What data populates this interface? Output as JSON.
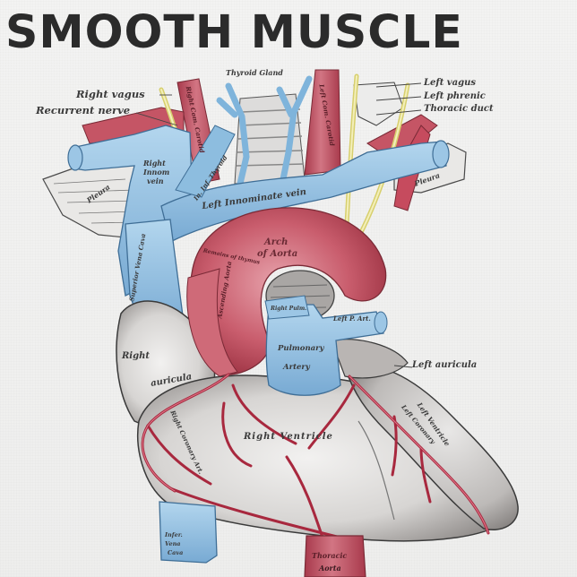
{
  "title": "SMOOTH MUSCLE",
  "illustration": {
    "subject": "Heart and great vessels, anterior view",
    "colors": {
      "artery": "#c75b6a",
      "artery_dark": "#9e3444",
      "vein": "#8fbfe0",
      "vein_dark": "#5f96c2",
      "nerve": "#e8e29a",
      "heart_muscle": "#d8d6d4",
      "heart_shadow": "#8e8a88",
      "outline": "#3a3a3a"
    },
    "labels": {
      "thyroid_gland": "Thyroid Gland",
      "right_vagus": "Right vagus",
      "recurrent_nerve": "Recurrent nerve",
      "left_vagus": "Left vagus",
      "left_phrenic": "Left phrenic",
      "thoracic_duct": "Thoracic duct",
      "right_innom_vein": "Right Innom vein",
      "right_innom_l1": "Right",
      "right_innom_l2": "Innom",
      "right_innom_l3": "vein",
      "pleura_left_side": "Pleura",
      "pleura_right_side": "Pleura",
      "inf_thyroid": "In. Inf. Thyroid",
      "left_innominate_vein": "Left Innominate vein",
      "right_common_carotid": "Right Com. Carotid",
      "left_common_carotid": "Left Com. Carotid",
      "superior_vena_cava": "Superior Vena Cava",
      "arch_of_aorta_l1": "Arch",
      "arch_of_aorta_l2": "of Aorta",
      "ascending_aorta": "Ascending Aorta",
      "remains_of_thymus": "Remains of thymus",
      "right_pulm_art": "Right Pulm.",
      "left_pulm_art": "Left P. Art.",
      "pulmonary_artery_l1": "Pulmonary",
      "pulmonary_artery_l2": "Artery",
      "right_auricula_l1": "Right",
      "right_auricula_l2": "auricula",
      "left_auricula": "Left auricula",
      "right_ventricle": "Right Ventricle",
      "left_ventricle": "Left Ventricle",
      "left_coronary": "Left Coronary",
      "right_coronary_artery": "Right Coronary Art.",
      "inferior_vena_cava_l1": "Infer.",
      "inferior_vena_cava_l2": "Vena",
      "inferior_vena_cava_l3": "Cava",
      "thoracic_aorta_l1": "Thoracic",
      "thoracic_aorta_l2": "Aorta"
    }
  }
}
